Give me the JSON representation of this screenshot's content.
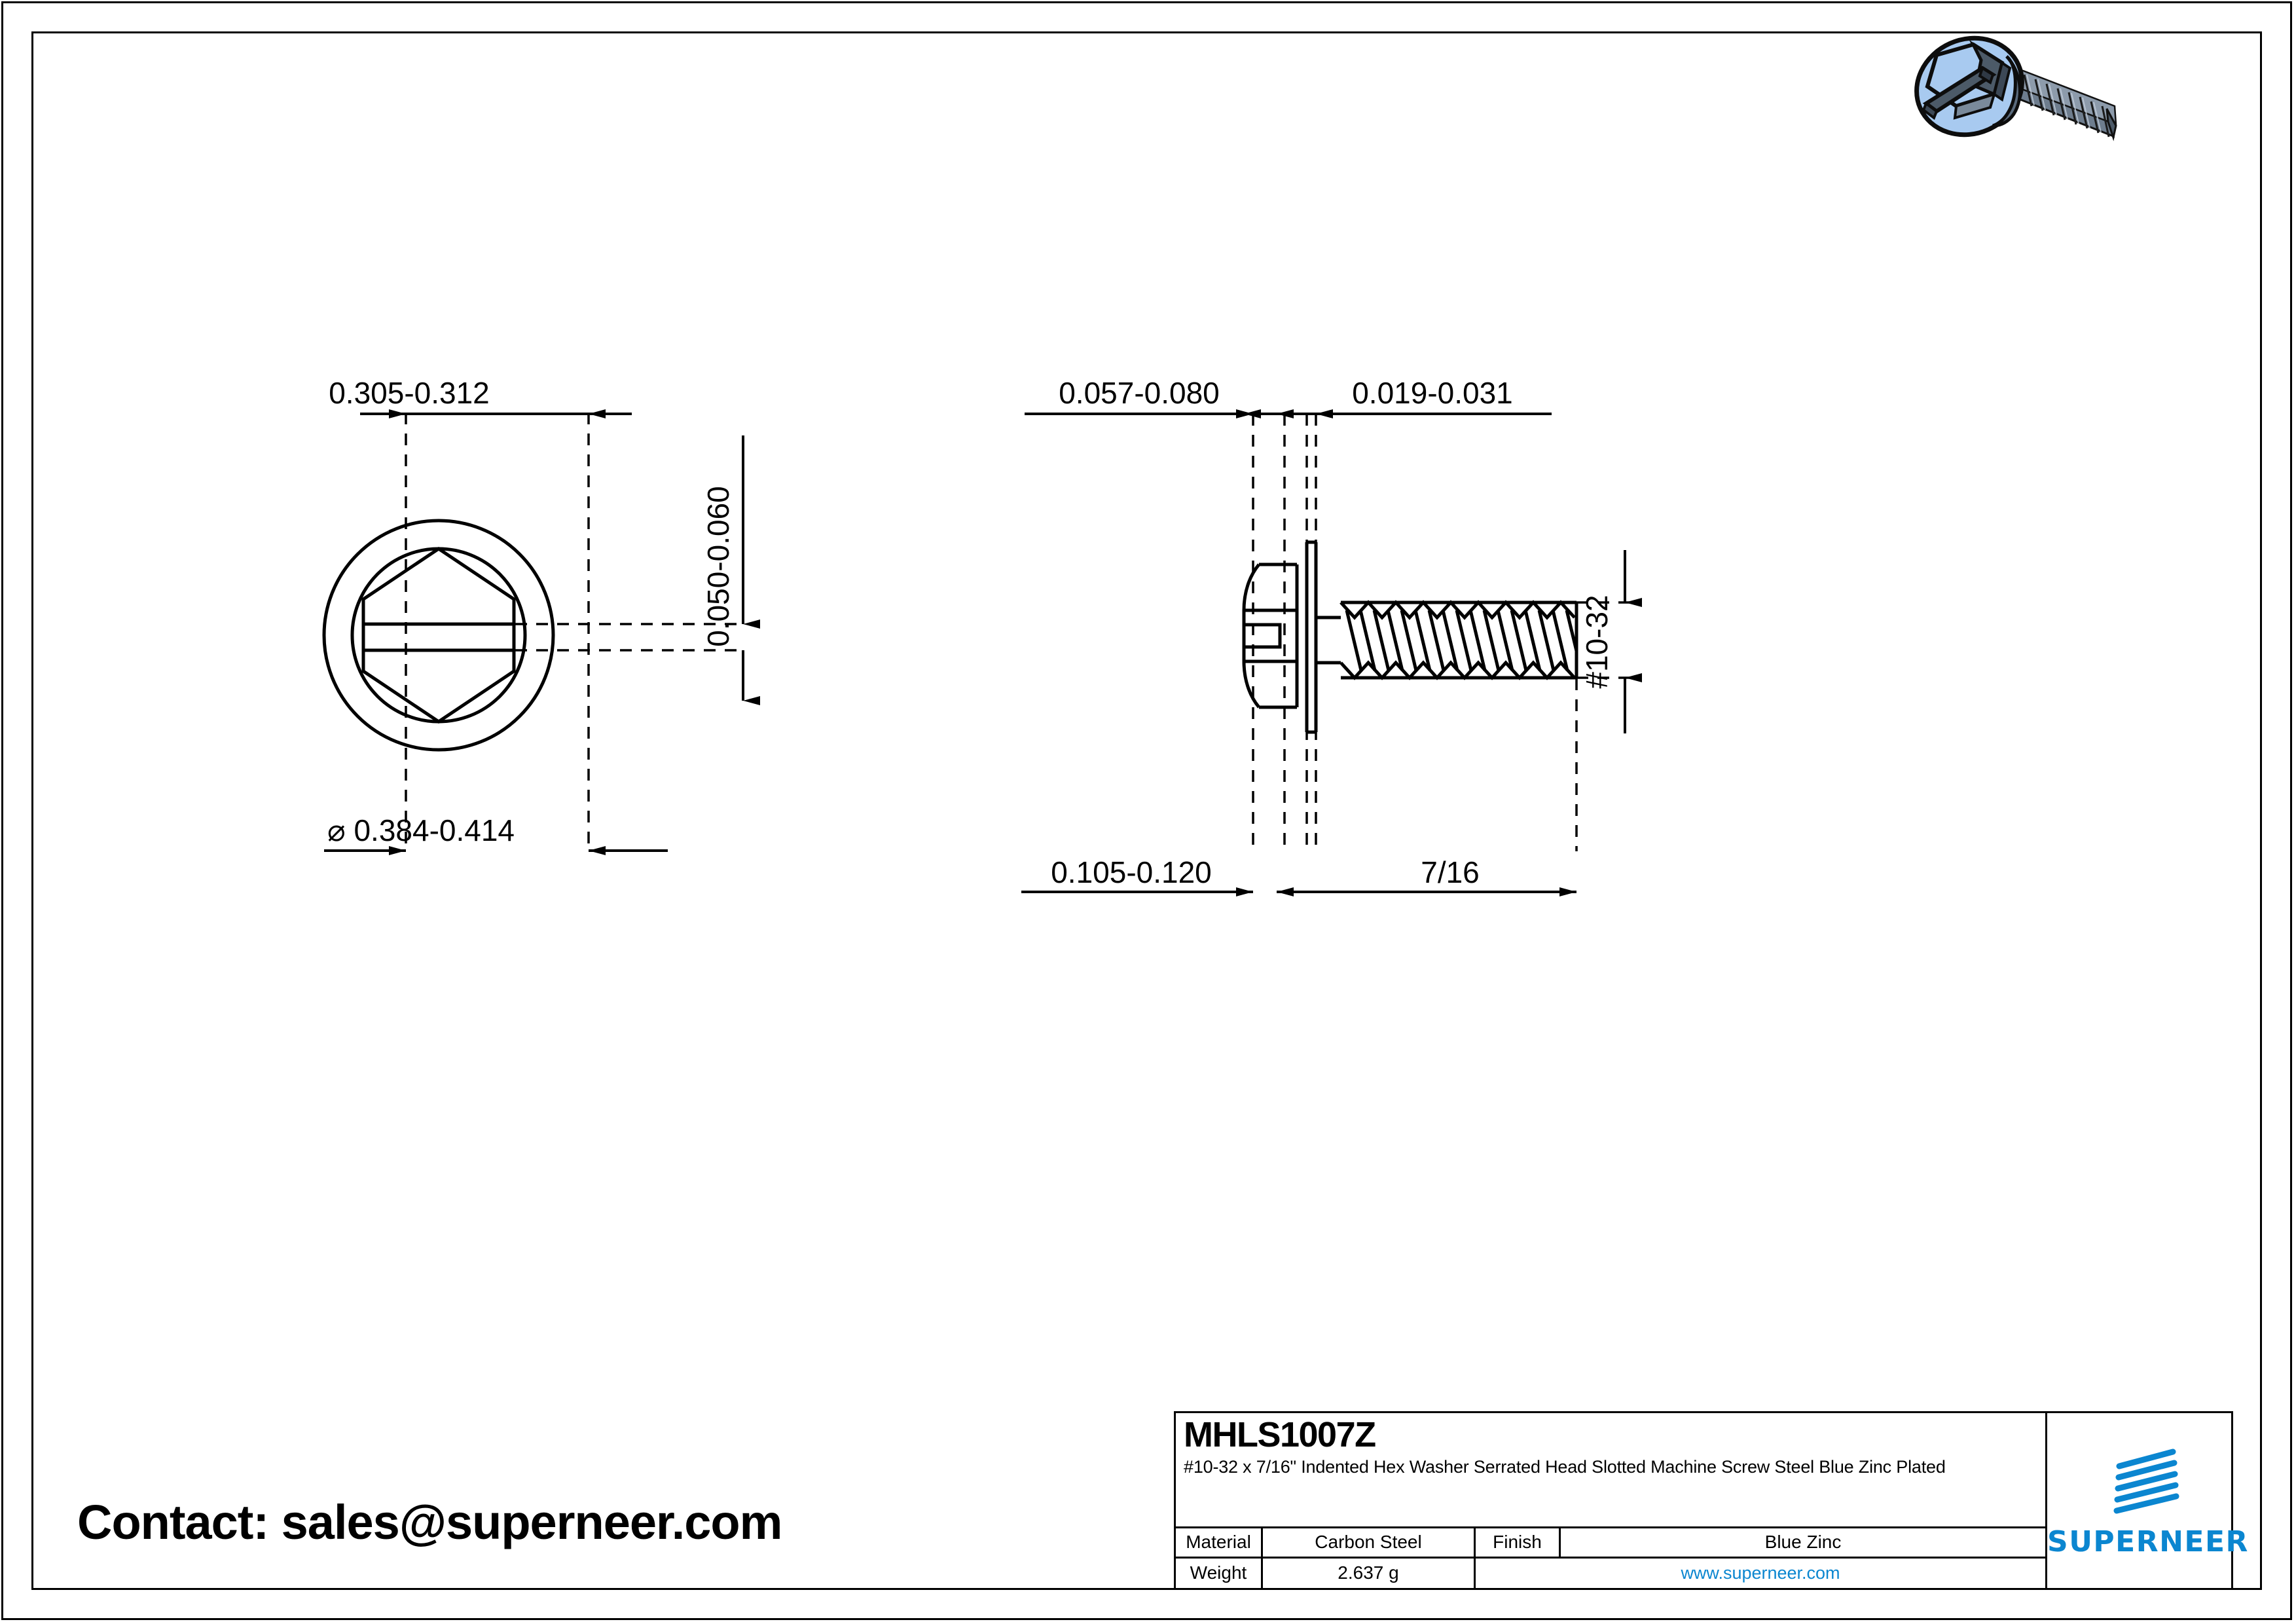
{
  "drawing": {
    "top_view": {
      "label": "top-view-hex-washer-head",
      "dim_width": "0.305-0.312",
      "dim_slot_depth": "0.050-0.060",
      "dim_diameter": "⌀ 0.384-0.414"
    },
    "side_view": {
      "label": "side-view-screw-profile",
      "dim_head_height": "0.057-0.080",
      "dim_washer_thickness": "0.019-0.031",
      "dim_slot_width": "0.105-0.120",
      "dim_thread_length": "7/16",
      "dim_thread_size": "#10-32"
    }
  },
  "iso_render": {
    "name": "isometric-screw-render",
    "body_color": "#a8caf0",
    "shade_color": "#5b6b7d",
    "dark_color": "#3c4856",
    "outline_color": "#0d0d0d"
  },
  "contact": {
    "text": "Contact: sales@superneer.com"
  },
  "title_block": {
    "part_number": "MHLS1007Z",
    "description": "#10-32 x 7/16\" Indented Hex Washer Serrated Head Slotted Machine Screw Steel Blue Zinc Plated",
    "rows": [
      {
        "label": "Material",
        "value": "Carbon Steel",
        "label2": "Finish",
        "value2": "Blue Zinc"
      },
      {
        "label": "Weight",
        "value": "2.637 g",
        "website": "www.superneer.com"
      }
    ],
    "brand": {
      "name": "SUPERNEER",
      "color": "#0b86d0"
    }
  }
}
